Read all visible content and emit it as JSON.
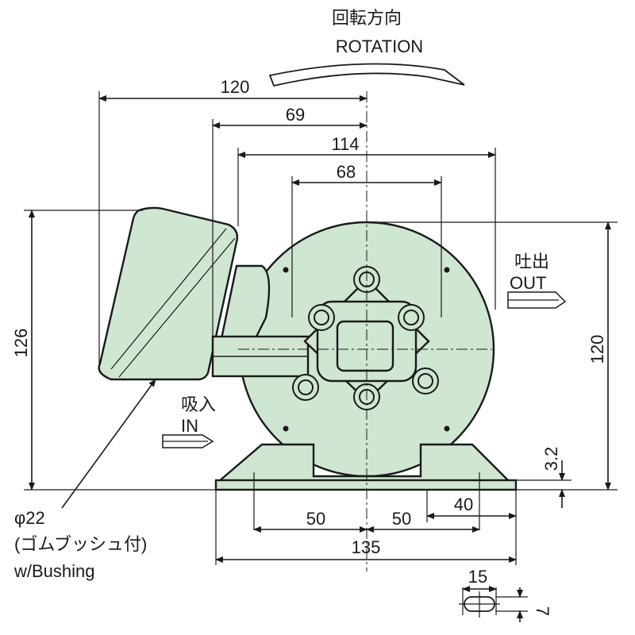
{
  "rotation": {
    "jp": "回転方向",
    "en": "ROTATION"
  },
  "outlet": {
    "jp": "吐出",
    "en": "OUT"
  },
  "inlet": {
    "jp": "吸入",
    "en": "IN"
  },
  "bushing": {
    "dia": "φ22",
    "jp": "(ゴムブッシュ付)",
    "en": "w/Bushing"
  },
  "dims": {
    "d120_top": "120",
    "d69": "69",
    "d114": "114",
    "d68": "68",
    "d126": "126",
    "d120_right": "120",
    "d3_2": "3.2",
    "d40": "40",
    "d50_left": "50",
    "d50_right": "50",
    "d135": "135",
    "d15": "15",
    "d7": "7"
  },
  "colors": {
    "body": "#cfe6d2",
    "line": "#1a1a1a"
  }
}
